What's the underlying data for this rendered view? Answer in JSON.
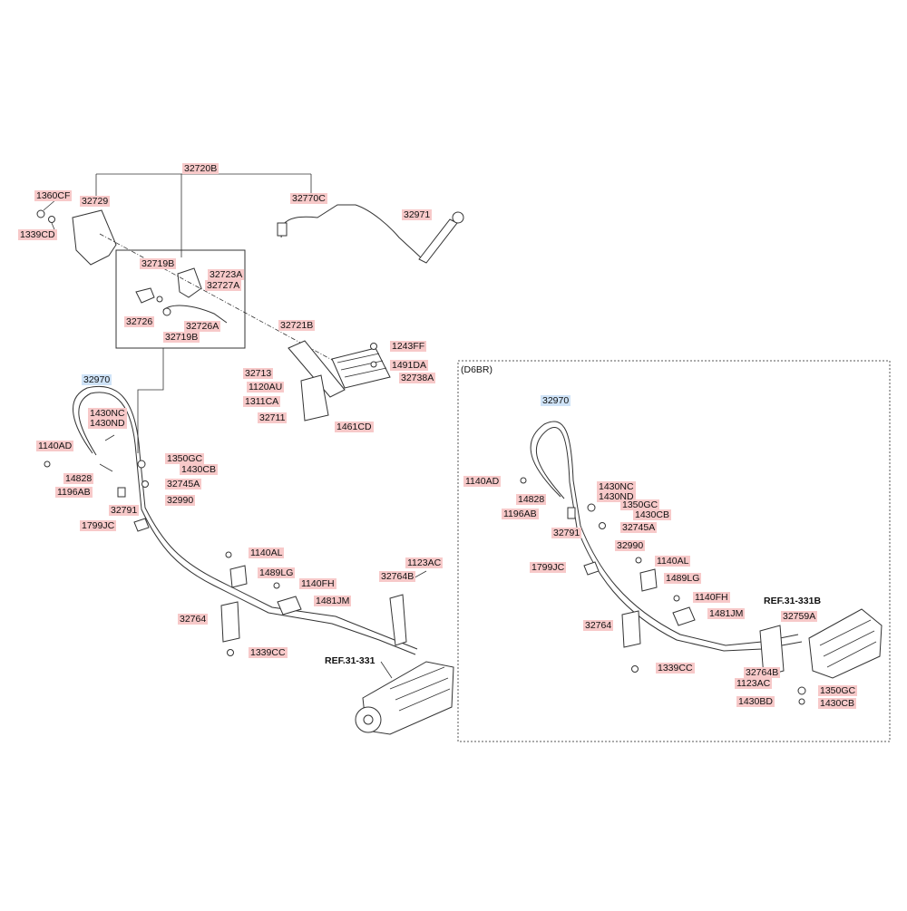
{
  "labels": {
    "l32720B": "32720B",
    "l1360CF": "1360CF",
    "l32729": "32729",
    "l32770C": "32770C",
    "l32971": "32971",
    "l1339CD": "1339CD",
    "l32719B_a": "32719B",
    "l32723A": "32723A",
    "l32727A": "32727A",
    "l32726": "32726",
    "l32726A": "32726A",
    "l32719B_b": "32719B",
    "l32721B": "32721B",
    "l1243FF": "1243FF",
    "l1491DA": "1491DA",
    "l32738A": "32738A",
    "l32713": "32713",
    "l1120AU": "1120AU",
    "l1311CA": "1311CA",
    "l32711": "32711",
    "l1461CD": "1461CD",
    "l32970_left": "32970",
    "l1430NC_left": "1430NC",
    "l1430ND_left": "1430ND",
    "l1140AD_left": "1140AD",
    "l14828_left": "14828",
    "l1196AB_left": "1196AB",
    "l32791_left": "32791",
    "l1799JC_left": "1799JC",
    "l1350GC_left": "1350GC",
    "l1430CB_left": "1430CB",
    "l32745A_left": "32745A",
    "l32990_left": "32990",
    "l1140AL_left": "1140AL",
    "l1489LG_left": "1489LG",
    "l1140FH_left": "1140FH",
    "l1481JM_left": "1481JM",
    "l32764_left": "32764",
    "l1339CC_left": "1339CC",
    "l1123AC_left": "1123AC",
    "l32764B_left": "32764B",
    "ref_left": "REF.31-331",
    "variant": "(D6BR)",
    "l32970_right": "32970",
    "l1140AD_right": "1140AD",
    "l14828_right": "14828",
    "l1196AB_right": "1196AB",
    "l32791_right": "32791",
    "l1430NC_right": "1430NC",
    "l1430ND_right": "1430ND",
    "l1350GC_right": "1350GC",
    "l1430CB_right": "1430CB",
    "l32745A_right": "32745A",
    "l32990_right": "32990",
    "l1799JC_right": "1799JC",
    "l1140AL_right": "1140AL",
    "l1489LG_right": "1489LG",
    "l1140FH_right": "1140FH",
    "l1481JM_right": "1481JM",
    "ref_right": "REF.31-331B",
    "l32759A_right": "32759A",
    "l32764_right": "32764",
    "l1339CC_right": "1339CC",
    "l32764B_right": "32764B",
    "l1123AC_right": "1123AC",
    "l1350GC_right2": "1350GC",
    "l1430BD_right": "1430BD",
    "l1430CB_right2": "1430CB"
  },
  "colors": {
    "label_fill": "#f7c9c9",
    "highlight_fill": "#cfe3f7",
    "line": "#333333"
  }
}
